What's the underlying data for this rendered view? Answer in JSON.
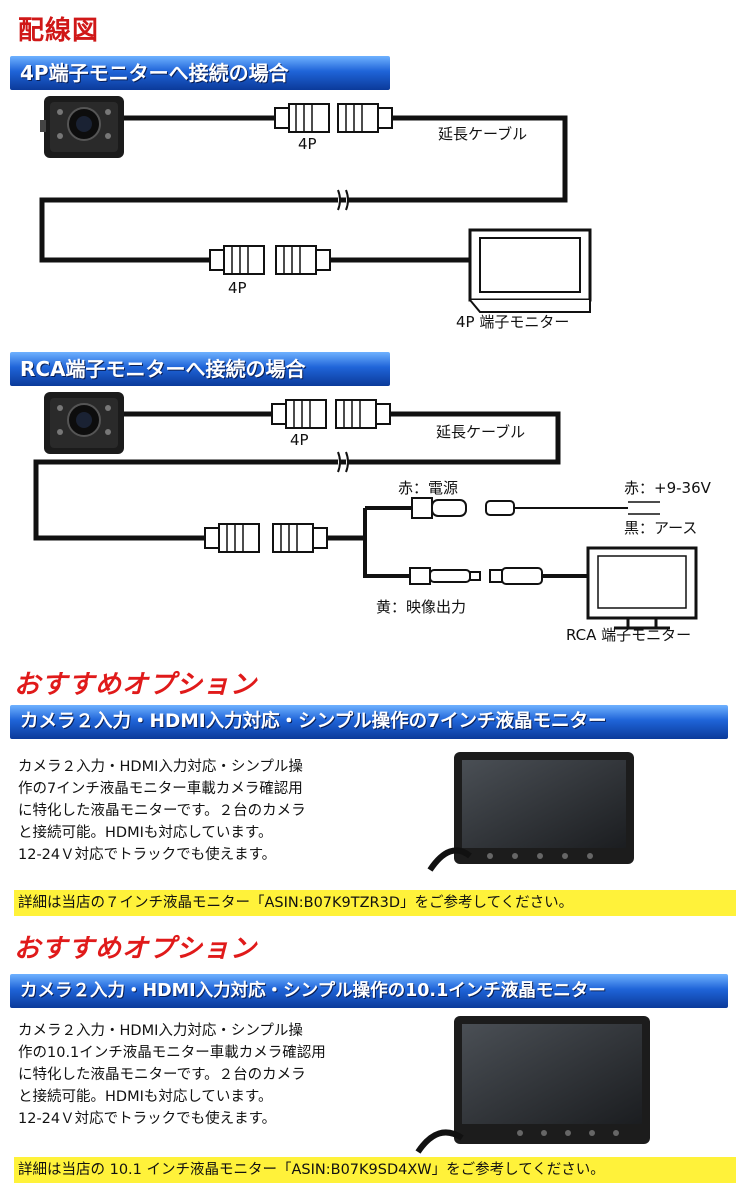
{
  "page_title": "配線図",
  "section1": {
    "banner": "4P端子モニターへ接続の場合",
    "connector_top": "4P",
    "extension_cable": "延長ケーブル",
    "connector_bottom": "4P",
    "monitor_label": "4P 端子モニター"
  },
  "section2": {
    "banner": "RCA端子モニターへ接続の場合",
    "connector_top": "4P",
    "extension_cable": "延長ケーブル",
    "red_power": "赤：電源",
    "red_voltage": "赤：+9-36V",
    "black_ground": "黒：アース",
    "yellow_video": "黄：映像出力",
    "monitor_label": "RCA 端子モニター"
  },
  "option1": {
    "heading": "おすすめオプション",
    "banner": "カメラ２入力・HDMI入力対応・シンプル操作の7インチ液晶モニター",
    "desc_lines": [
      "カメラ２入力・HDMI入力対応・シンプル操",
      "作の7インチ液晶モニター車載カメラ確認用",
      "に特化した液晶モニターです。２台のカメラ",
      "と接続可能。HDMIも対応しています。",
      "12-24Ｖ対応でトラックでも使えます。"
    ],
    "detail": "詳細は当店の７インチ液晶モニター「ASIN:B07K9TZR3D」をご参考してください。"
  },
  "option2": {
    "heading": "おすすめオプション",
    "banner": "カメラ２入力・HDMI入力対応・シンプル操作の10.1インチ液晶モニター",
    "desc_lines": [
      "カメラ２入力・HDMI入力対応・シンプル操",
      "作の10.1インチ液晶モニター車載カメラ確認用",
      "に特化した液晶モニターです。２台のカメラ",
      "と接続可能。HDMIも対応しています。",
      "12-24Ｖ対応でトラックでも使えます。"
    ],
    "detail": "詳細は当店の 10.1 インチ液晶モニター「ASIN:B07K9SD4XW」をご参考してください。"
  },
  "colors": {
    "title_red": "#d01818",
    "banner_blue": "#1f64d8",
    "highlight_yellow": "#fff23a"
  }
}
